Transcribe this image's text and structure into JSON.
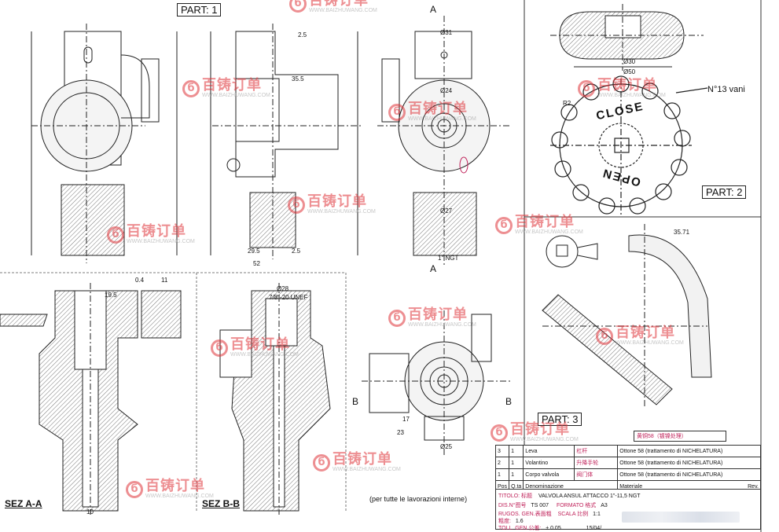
{
  "parts": {
    "part1": "PART: 1",
    "part2": "PART: 2",
    "part3": "PART: 3"
  },
  "sections": {
    "sez_aa": "SEZ A-A",
    "sez_bb": "SEZ B-B"
  },
  "section_marks": {
    "a_top": "A",
    "a_bottom": "A",
    "b_left": "B",
    "b_right": "B"
  },
  "knob": {
    "close": "CLOSE",
    "open": "OPEN",
    "vani": "N°13 vani"
  },
  "dims": {
    "d1": "Ø31",
    "d2": "Ø24",
    "d3": "Ø27",
    "d4": "1\" NGT",
    "d5": "2.5",
    "d6": "35.5",
    "d7": "29.5",
    "d8": "2.5",
    "d9": "52",
    "d10": "7/8\"-20 UNEF",
    "d11": "Ø28",
    "d12": "Ø30",
    "d13": "Ø50",
    "d14": "R2",
    "d15": "35.71",
    "d16": "19.5",
    "d17": "0.4",
    "d18": "11",
    "d19": "Ø25",
    "d20": "23",
    "d21": "17",
    "d22": "10"
  },
  "note": "(per tutte le lavorazioni interne)",
  "bom": {
    "rows": [
      {
        "pos": "3",
        "qty": "1",
        "name": "Leva",
        "name_cn": "杠杆",
        "material": "Ottone 58  (trattamento di NICHELATURA)"
      },
      {
        "pos": "2",
        "qty": "1",
        "name": "Volantino",
        "name_cn": "升降手轮",
        "material": "Ottone 58  (trattamento di NICHELATURA)"
      },
      {
        "pos": "1",
        "qty": "1",
        "name": "Corpo valvola",
        "name_cn": "阀门体",
        "material": "Ottone 58  (trattamento di NICHELATURA)"
      }
    ],
    "header": {
      "pos": "Pos",
      "qty": "Q.ta",
      "name": "Denominazione",
      "material": "Materiale",
      "rev": "Rev."
    },
    "material_tag": "黄铜58（镀镍处理）"
  },
  "title_block": {
    "titolo_label": "TITOLO: 标题",
    "titolo_value": "VALVOLA ANSUL ATTACCO 1\"-11,5 NGT",
    "dis_label": "DIS.N°图号",
    "dis_value": "TS 007",
    "formato_label": "FORMATO 格式",
    "formato_value": "A3",
    "rugos_label": "RUGOS. GEN.表面粗",
    "rugos_value": "",
    "scala_label": "SCALA 比例",
    "scala_value": "1:1",
    "rugos_num_label": "粗度:",
    "rugos_num": "1.6",
    "toll_label": "TOLL. GEN.公差:",
    "toll_value": "± 0.05",
    "date_value": "15/04/"
  },
  "watermark": {
    "name": "百铸订单",
    "url": "WWW.BAIZHUWANG.COM"
  }
}
